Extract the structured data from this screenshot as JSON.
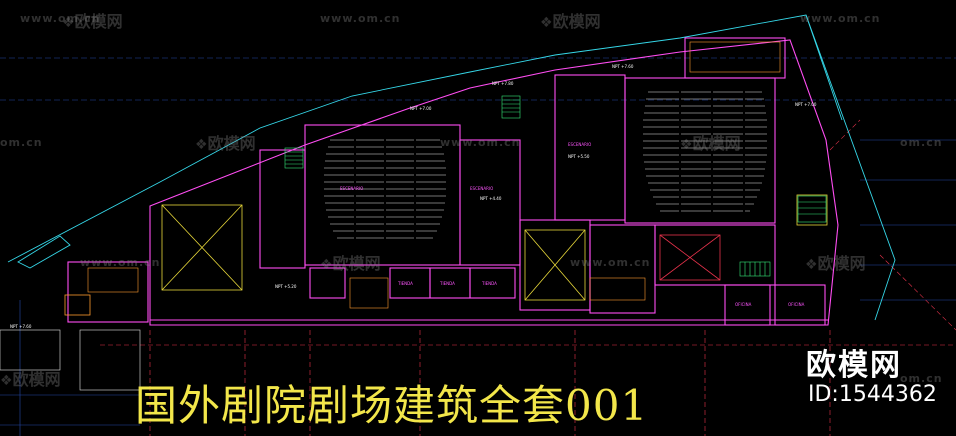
{
  "watermark": {
    "site": "www.om.cn",
    "site_short": "om.cn",
    "logo": "欧模网"
  },
  "caption": "国外剧院剧场建筑全套001",
  "brand": {
    "name": "欧模网",
    "id": "ID:1544362"
  },
  "plan_labels": {
    "escenario_a": "ESCENARIO",
    "escenario_b": "ESCENARIO",
    "escenario_c": "ESCENARIO",
    "tienda_1": "TIENDA",
    "tienda_2": "TIENDA",
    "tienda_3": "TIENDA",
    "oficina_1": "OFICINA",
    "oficina_2": "OFICINA",
    "npt_a": "NPT +7.00",
    "npt_b": "NPT +7.80",
    "npt_c": "NPT +5.50",
    "npt_d": "NPT +4.40",
    "npt_e": "NPT +7.60",
    "npt_f": "NPT +7.00",
    "npt_g": "NPT +7.60",
    "npt_h": "NPT +5.20"
  },
  "colors": {
    "wall": "#ff4df2",
    "outline": "#35d7e8",
    "seats": "#e6e6e6",
    "stairs": "#35e87a",
    "grid": "#2f5bd6",
    "axis": "#e6324b",
    "caption": "#f2e64a"
  }
}
